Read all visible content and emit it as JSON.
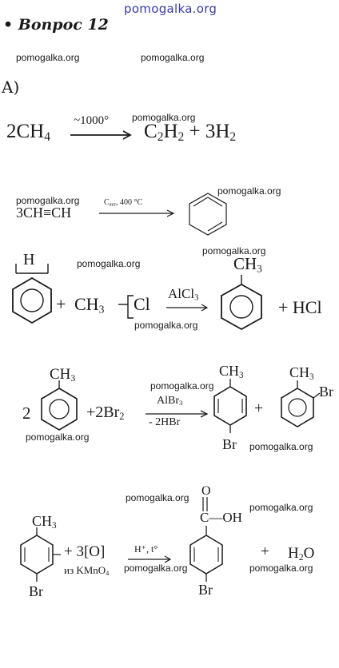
{
  "header": {
    "site": "pomogalka.org"
  },
  "question": {
    "title": "• Вопрос 12"
  },
  "part_label": "A)",
  "watermark": "pomogalka.org",
  "reactions": {
    "r1": {
      "left": "2CH",
      "left_sub": "4",
      "cond": "~1000°",
      "p1": "C",
      "p1_sub1": "2",
      "p1_mid": "H",
      "p1_sub2": "2",
      "plus": "+",
      "p2": "3H",
      "p2_sub": "2"
    },
    "r2": {
      "left": "3CH≡CH",
      "cond_pre": "C",
      "cond_sub": "акт",
      "cond_post": ", 400 °C"
    },
    "r3": {
      "sub_h": "H",
      "plus1": "+",
      "reagent": "CH",
      "reagent_sub": "3",
      "cl": "Cl",
      "cond": "AlCl",
      "cond_sub": "3",
      "prod_sub": "CH",
      "prod_sub_sub": "3",
      "plus2": "+",
      "prod2": "HCl"
    },
    "r4": {
      "coef": "2",
      "sub": "CH",
      "sub_sub": "3",
      "plus1": "+",
      "reagent": "2Br",
      "reagent_sub": "2",
      "cond_top": "AlBr",
      "cond_top_sub": "3",
      "cond_bottom": "- 2HBr",
      "p1_top": "CH",
      "p1_top_sub": "3",
      "p1_bottom": "Br",
      "plus2": "+",
      "p2_top": "CH",
      "p2_top_sub": "3",
      "p2_side": "Br"
    },
    "r5": {
      "top": "CH",
      "top_sub": "3",
      "bottom": "Br",
      "plus1": "+",
      "reagent": "3[O]",
      "reagent_note": "из KMnO",
      "reagent_note_sub": "4",
      "cond": "H⁺, t°",
      "acid_o": "O",
      "acid_c": "C",
      "acid_oh": "—OH",
      "p_bottom": "Br",
      "plus2": "+",
      "water": "H",
      "water_sub": "2",
      "water_o": "O"
    }
  }
}
